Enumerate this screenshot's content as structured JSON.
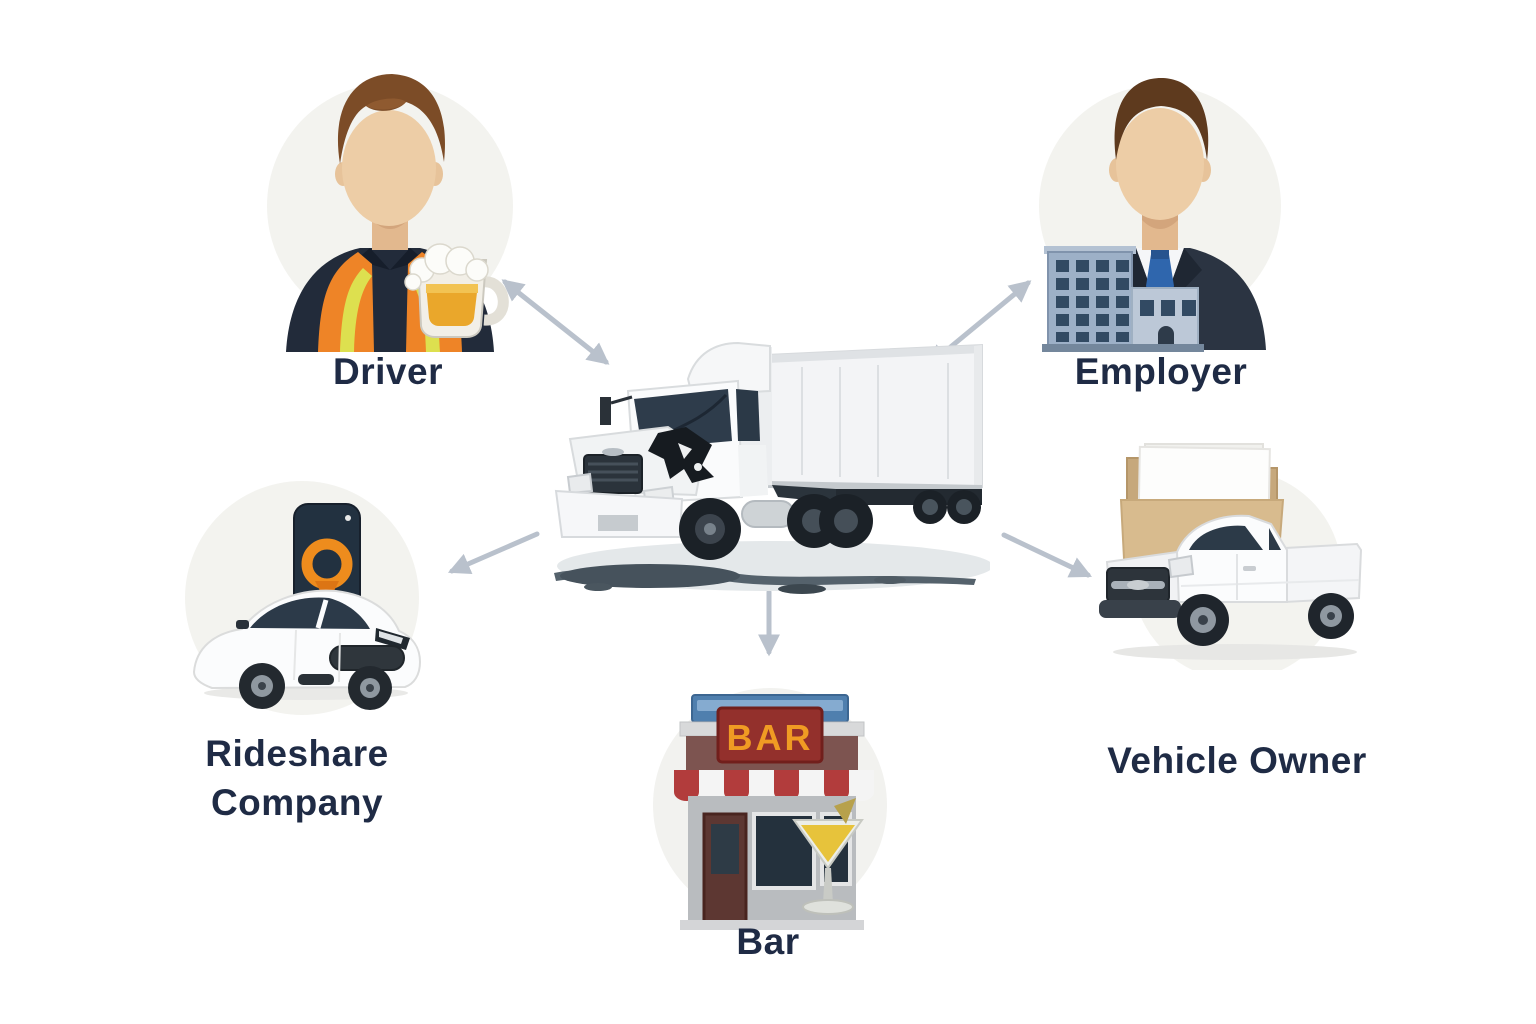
{
  "nodes": {
    "driver": {
      "label": "Driver",
      "icon": "worker-with-beer-icon"
    },
    "employer": {
      "label": "Employer",
      "icon": "businessman-with-building-icon"
    },
    "rideshare": {
      "label": "Rideshare Company",
      "icon": "car-with-rideshare-app-icon"
    },
    "bar": {
      "label": "Bar",
      "sign_text": "BAR",
      "icon": "bar-storefront-with-martini-icon"
    },
    "vehicle_owner": {
      "label": "Vehicle Owner",
      "icon": "folder-with-pickup-truck-icon"
    }
  },
  "center": {
    "icon": "crashed-semi-truck-icon"
  },
  "connections": [
    {
      "from": "truck",
      "to": "driver",
      "arrow": "double"
    },
    {
      "from": "truck",
      "to": "employer",
      "arrow": "double"
    },
    {
      "from": "truck",
      "to": "rideshare",
      "arrow": "single"
    },
    {
      "from": "truck",
      "to": "bar",
      "arrow": "single"
    },
    {
      "from": "truck",
      "to": "vehicle_owner",
      "arrow": "single"
    }
  ],
  "colors": {
    "background": "#ffffff",
    "label_text": "#1f2b45",
    "arrow": "#b9c1cc",
    "icon_circle_background": "#f3f3ef",
    "bar_sign_background": "#93302c",
    "bar_sign_text": "#f09b23",
    "safety_vest_orange": "#ee8427",
    "awning_red": "#b23c3c"
  }
}
